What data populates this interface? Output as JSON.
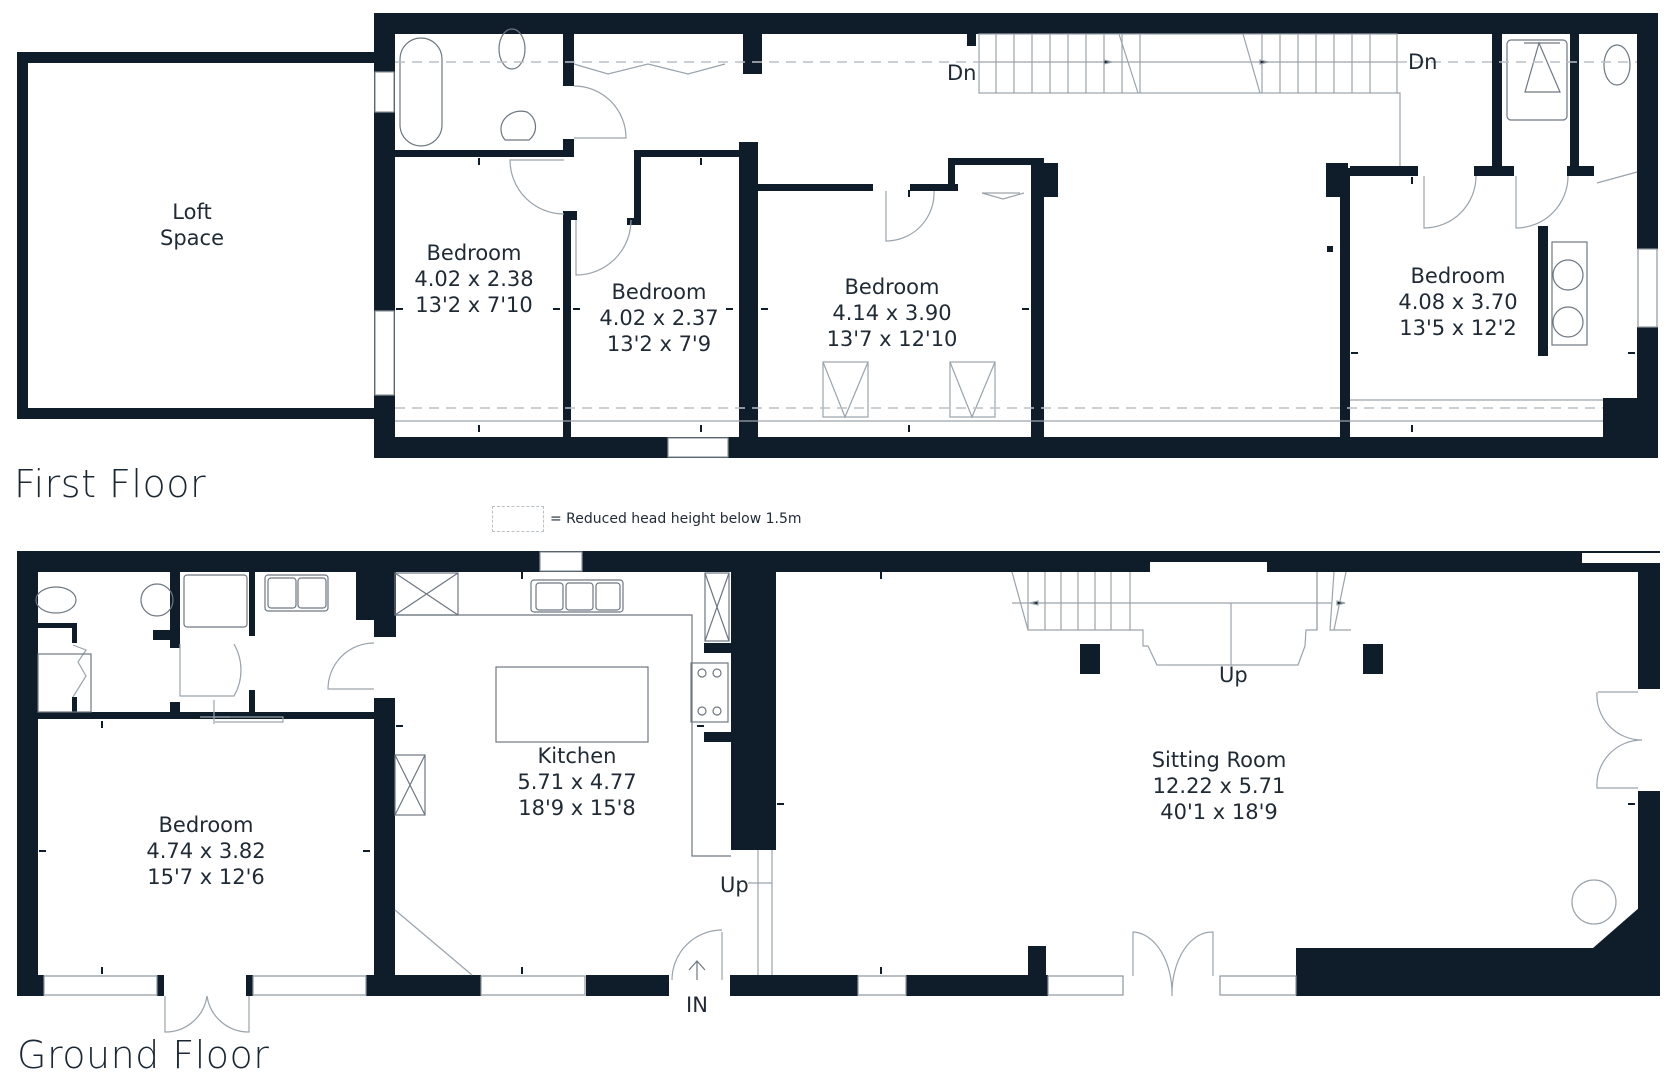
{
  "colors": {
    "wall": "#0f1d2b",
    "fixture_line": "#9aa3ab",
    "reduced_height_dash": "#b9c0c6",
    "text": "#1f2a35",
    "background": "#ffffff"
  },
  "first_floor": {
    "title": "First Floor",
    "rooms": [
      {
        "name": "Loft",
        "name2": "Space",
        "metric": "",
        "imperial": ""
      },
      {
        "name": "Bedroom",
        "metric": "4.02 x 2.38",
        "imperial": "13'2 x 7'10"
      },
      {
        "name": "Bedroom",
        "metric": "4.02 x 2.37",
        "imperial": "13'2 x 7'9"
      },
      {
        "name": "Bedroom",
        "metric": "4.14 x 3.90",
        "imperial": "13'7 x 12'10"
      },
      {
        "name": "Bedroom",
        "metric": "4.08 x 3.70",
        "imperial": "13'5 x 12'2"
      }
    ],
    "stair_labels": [
      "Dn",
      "Dn"
    ]
  },
  "legend": {
    "text": "= Reduced head height below 1.5m"
  },
  "ground_floor": {
    "title": "Ground Floor",
    "rooms": [
      {
        "name": "Bedroom",
        "metric": "4.74 x 3.82",
        "imperial": "15'7 x 12'6"
      },
      {
        "name": "Kitchen",
        "metric": "5.71 x 4.77",
        "imperial": "18'9 x 15'8"
      },
      {
        "name": "Sitting Room",
        "metric": "12.22 x 5.71",
        "imperial": "40'1 x 18'9"
      }
    ],
    "stair_labels": [
      "Up",
      "Up"
    ],
    "entrance_label": "IN"
  },
  "icons": {
    "entrance": "arrow-up-icon",
    "bath": "bathtub-icon",
    "toilet": "toilet-icon",
    "basin": "basin-icon",
    "shower": "shower-icon",
    "sink": "kitchen-sink-icon",
    "hob": "hob-icon",
    "skylight": "skylight-icon",
    "stairs": "staircase-icon"
  }
}
